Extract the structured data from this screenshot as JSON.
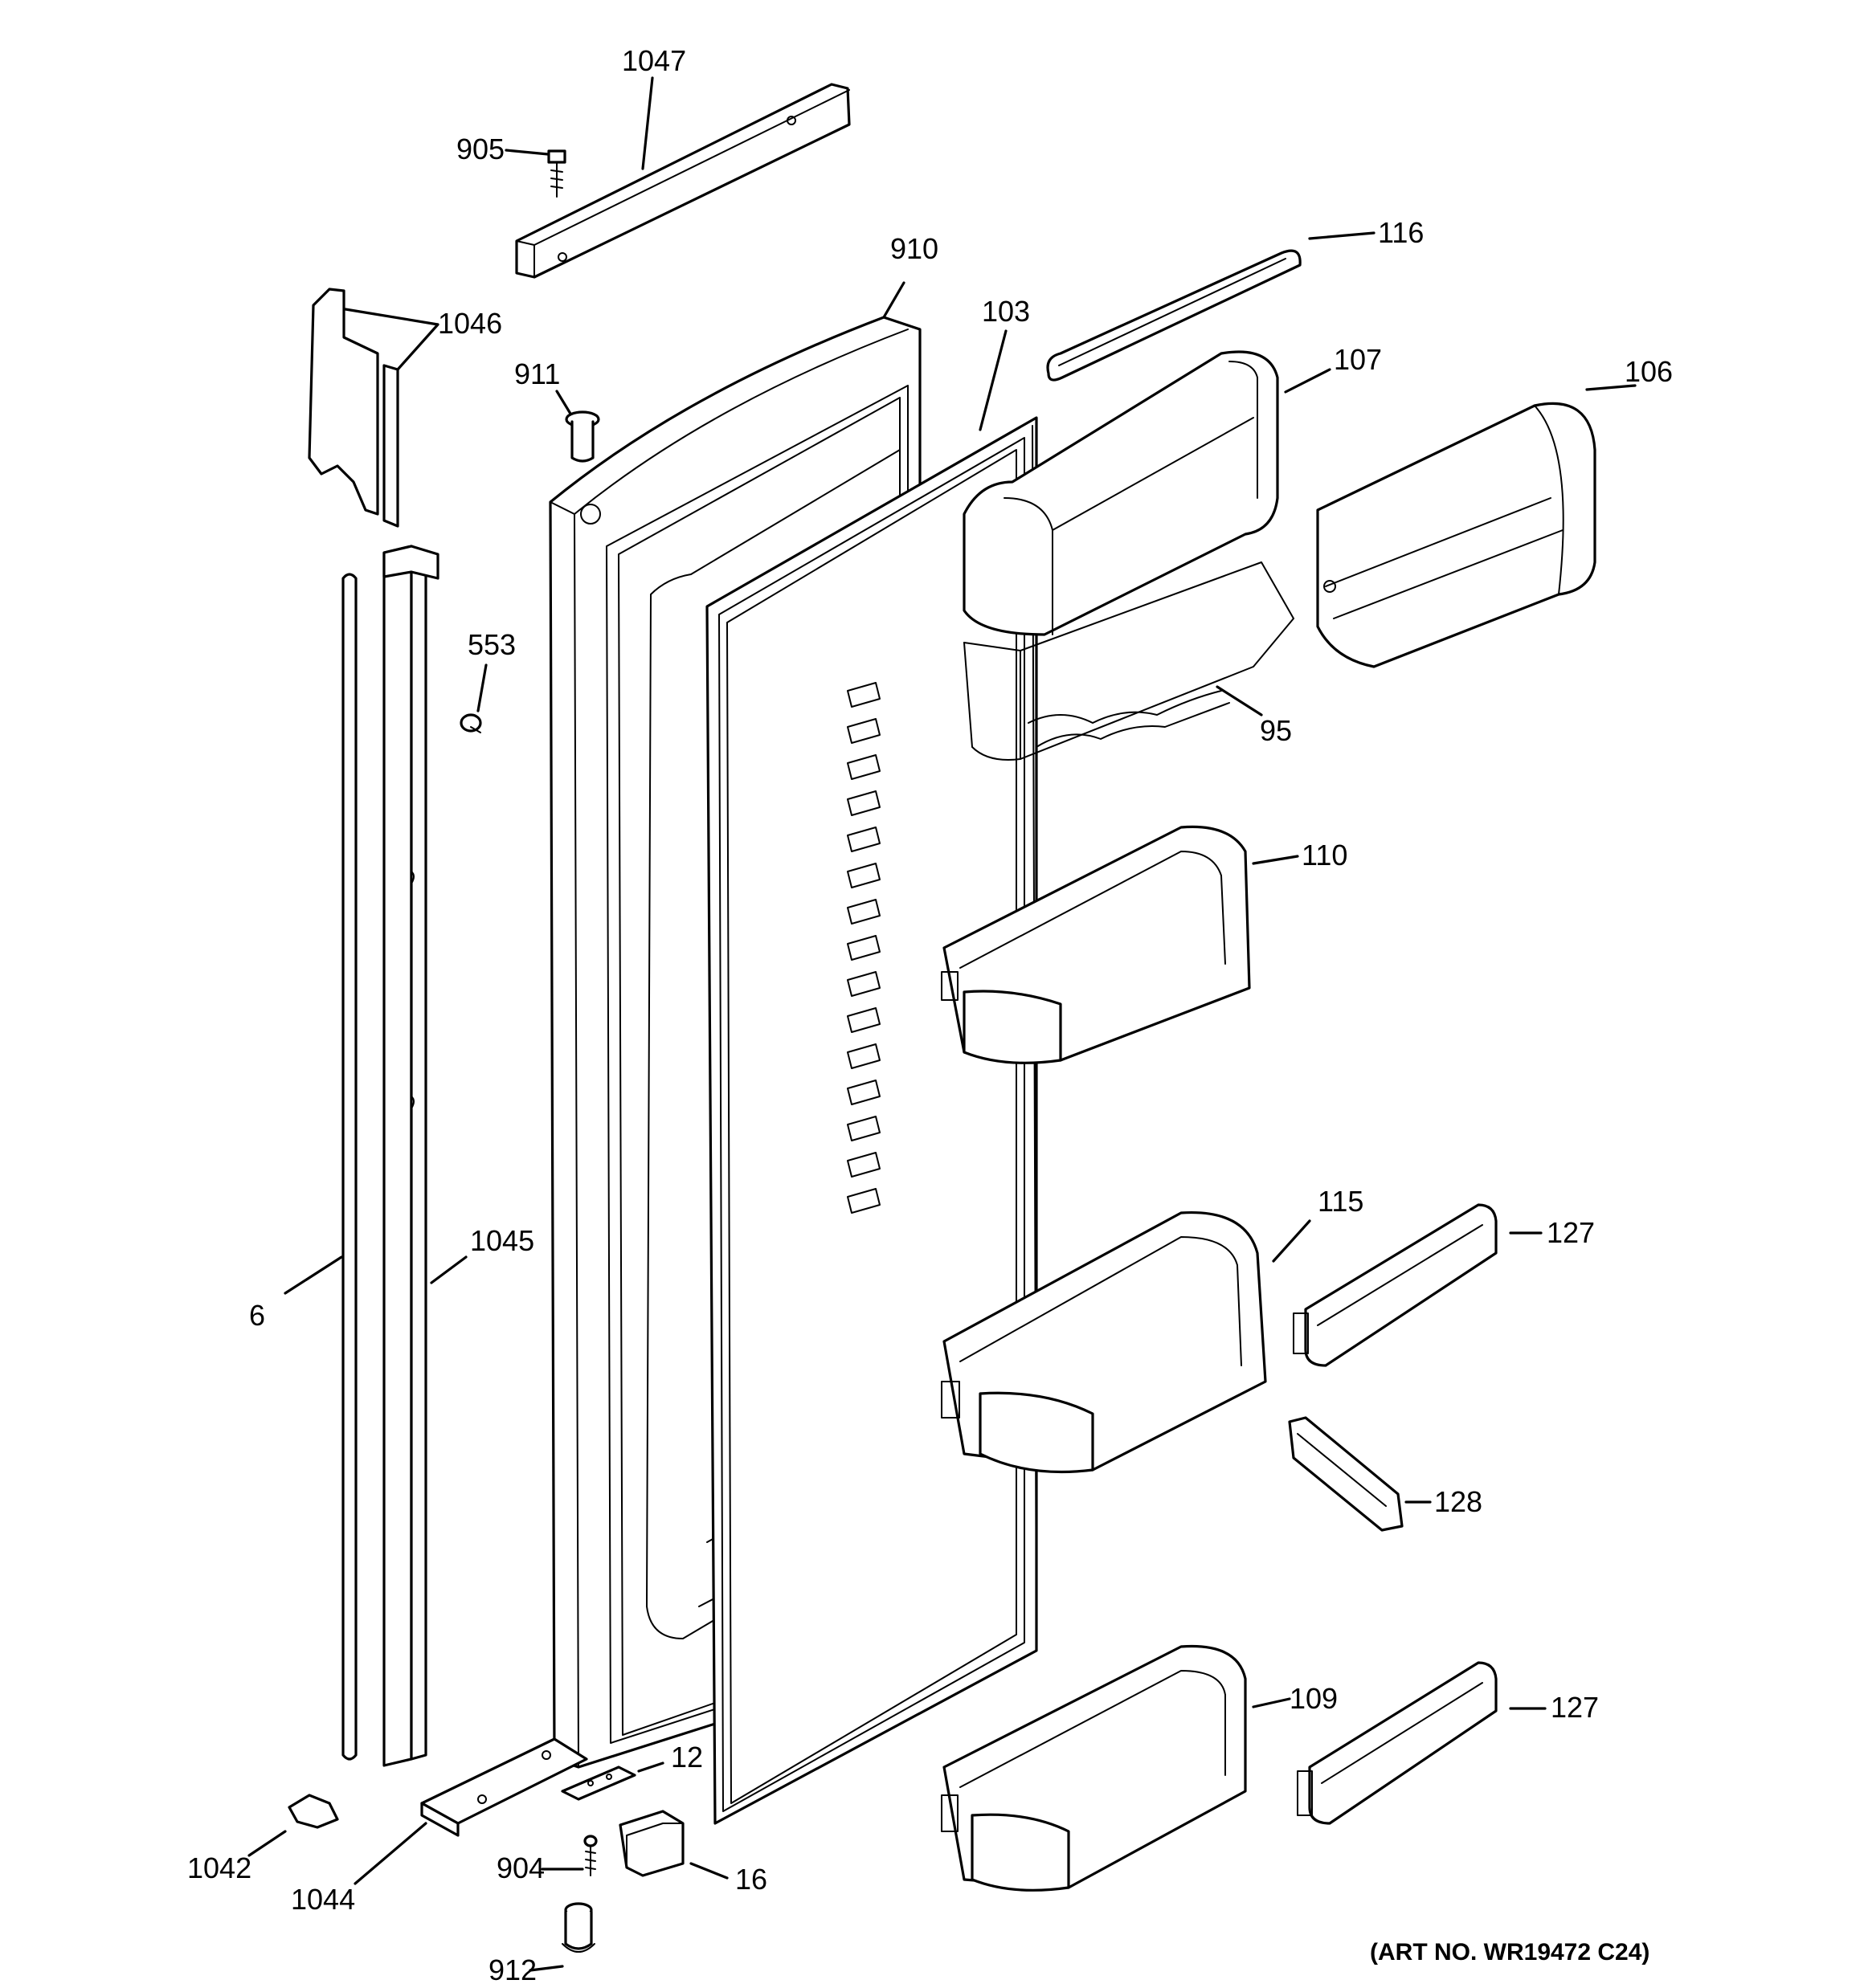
{
  "callouts": {
    "c1047": "1047",
    "c905": "905",
    "c116": "116",
    "c910": "910",
    "c1046": "1046",
    "c103": "103",
    "c107": "107",
    "c106": "106",
    "c911": "911",
    "c553": "553",
    "c95": "95",
    "c110": "110",
    "c1045": "1045",
    "c6": "6",
    "c115": "115",
    "c127a": "127",
    "c128": "128",
    "c109": "109",
    "c127b": "127",
    "c12": "12",
    "c1042": "1042",
    "c1044": "1044",
    "c904": "904",
    "c16": "16",
    "c912": "912"
  },
  "art_number": "(ART NO. WR19472 C24)"
}
